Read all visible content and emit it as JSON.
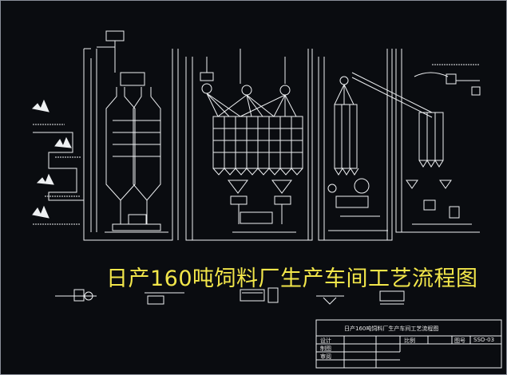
{
  "title": "日产160吨饲料厂生产车间工艺流程图",
  "title_block": {
    "drawing_name": "日产160吨饲料厂生产车间工艺流程图",
    "labels": {
      "design": "设计",
      "drafting": "制图",
      "review": "审阅",
      "scale": "比例",
      "drawing_no": "图号"
    },
    "drawing_no_value": "SSO-03"
  },
  "colors": {
    "background": "#0a0c10",
    "lines": "#eef0f2",
    "title": "#f2e64a"
  }
}
